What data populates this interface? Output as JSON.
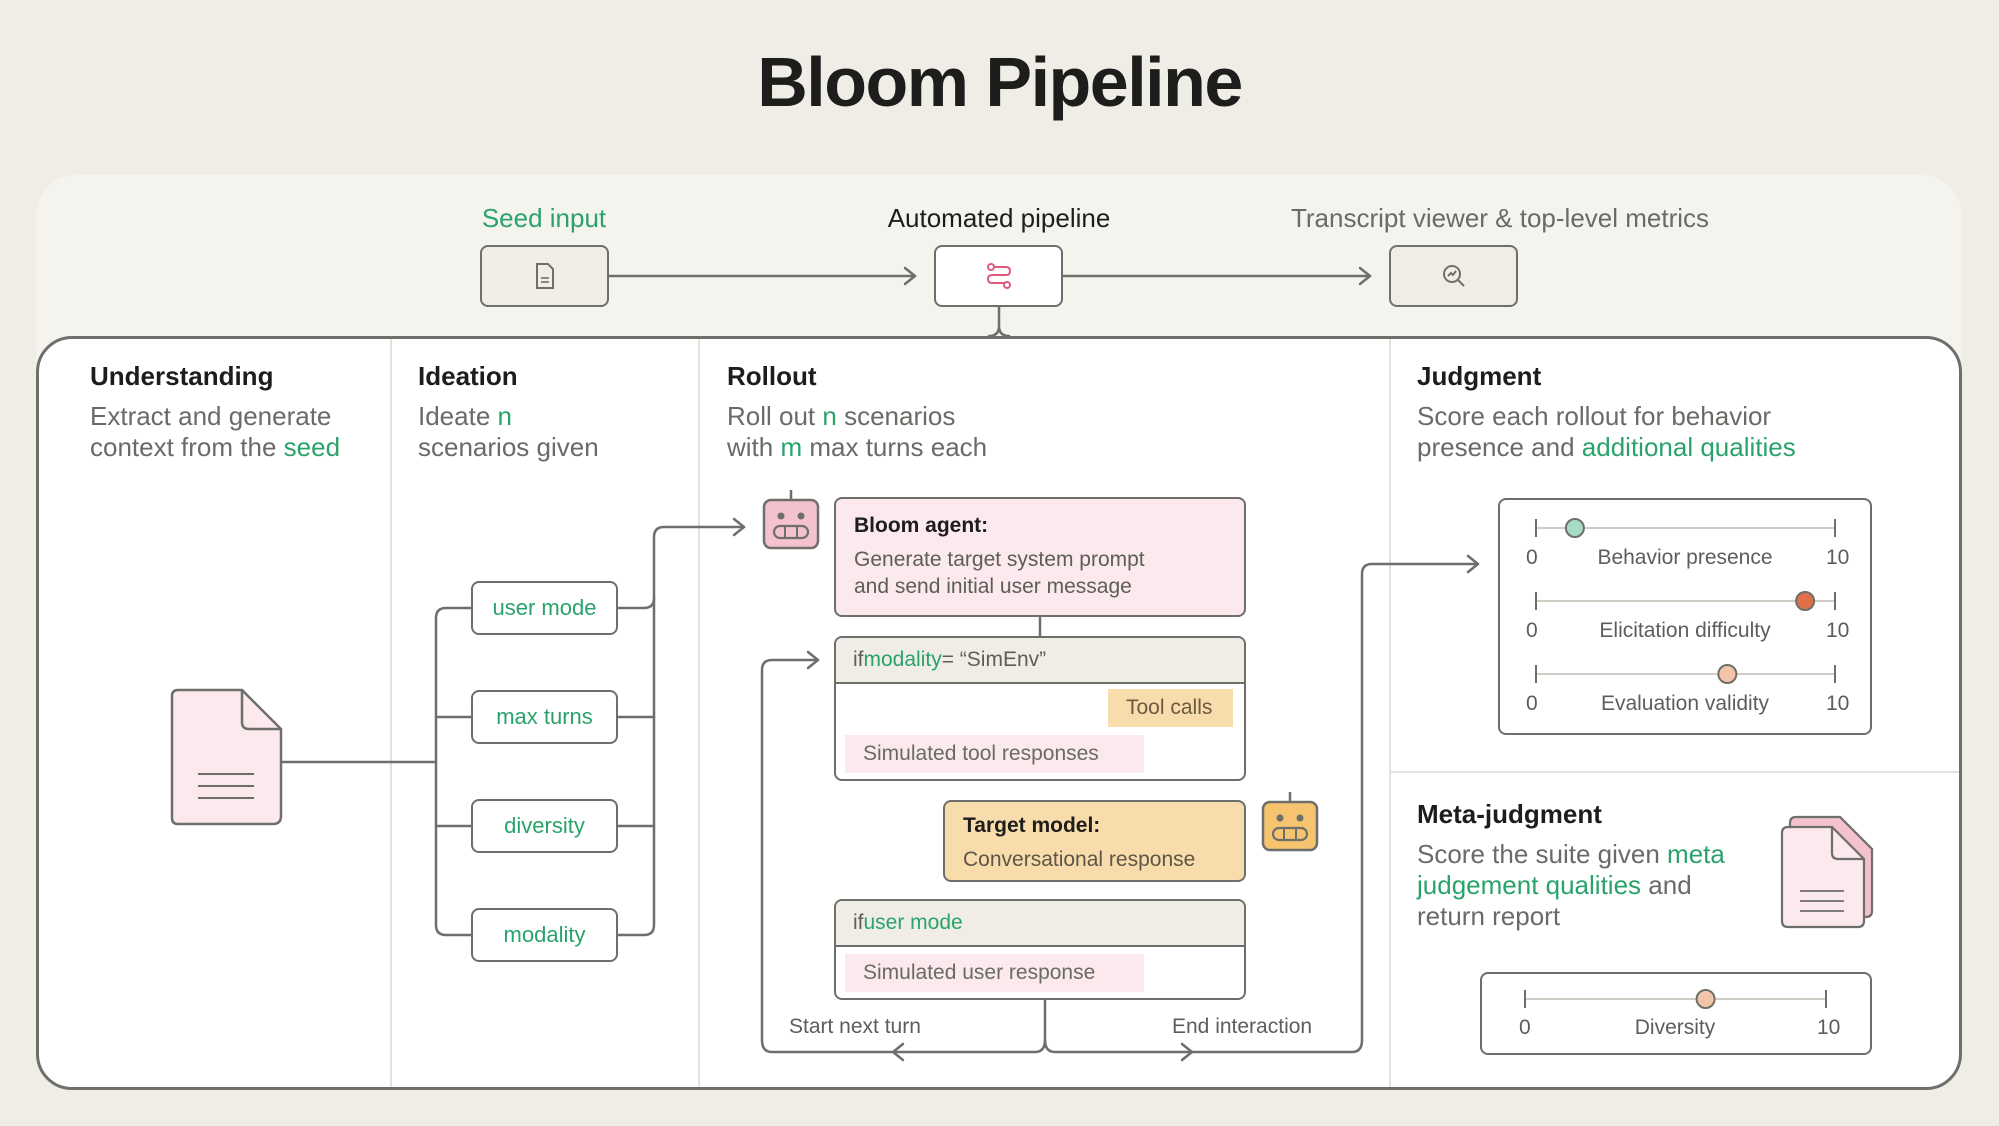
{
  "title": "Bloom Pipeline",
  "stages": {
    "seed": "Seed input",
    "pipeline": "Automated pipeline",
    "viewer": "Transcript viewer & top-level metrics"
  },
  "icons": {
    "seed": "document-icon",
    "pipeline": "workflow-icon",
    "viewer": "magnify-chart-icon",
    "bloom_agent": "robot-icon",
    "target_model": "robot-icon"
  },
  "colors": {
    "accent_green": "#2aa36b",
    "pink": "#fbe9ee",
    "orange": "#f8dcac",
    "red_dot": "#e0704a",
    "teal_dot": "#a6dcc4",
    "peach_dot": "#f3c5a8"
  },
  "understanding": {
    "title": "Understanding",
    "desc1": "Extract and generate",
    "desc2_pre": "context from the ",
    "desc2_hl": "seed"
  },
  "ideation": {
    "title": "Ideation",
    "desc1_pre": "Ideate ",
    "desc1_hl": "n",
    "desc2": "scenarios given",
    "items": [
      "user mode",
      "max turns",
      "diversity",
      "modality"
    ]
  },
  "rollout": {
    "title": "Rollout",
    "desc1_pre": "Roll out ",
    "desc1_hl": "n",
    "desc1_post": " scenarios",
    "desc2_pre": "with ",
    "desc2_hl": "m",
    "desc2_post": " max turns each",
    "agent_head": "Bloom agent:",
    "agent_body1": "Generate target system prompt",
    "agent_body2": "and send initial user message",
    "simenv_pre": "if ",
    "simenv_hl": "modality",
    "simenv_post": " = “SimEnv”",
    "tool_calls": "Tool calls",
    "sim_tool": "Simulated tool responses",
    "target_head": "Target model:",
    "target_body": "Conversational response",
    "usermode_pre": "if ",
    "usermode_hl": "user mode",
    "sim_user": "Simulated user response",
    "next_turn": "Start next turn",
    "end": "End interaction"
  },
  "judgment": {
    "title": "Judgment",
    "desc1": "Score each rollout for behavior",
    "desc2_pre": "presence and ",
    "desc2_hl": "additional qualities",
    "scales": [
      {
        "label": "Behavior presence",
        "min": "0",
        "max": "10",
        "value": 1.3
      },
      {
        "label": "Elicitation difficulty",
        "min": "0",
        "max": "10",
        "value": 9.0
      },
      {
        "label": "Evaluation validity",
        "min": "0",
        "max": "10",
        "value": 6.4
      }
    ]
  },
  "meta": {
    "title": "Meta-judgment",
    "desc1_pre": "Score the suite given ",
    "desc1_hl": "meta",
    "desc2_hl": "judgement qualities",
    "desc2_post": " and",
    "desc3": "return report",
    "scale": {
      "label": "Diversity",
      "min": "0",
      "max": "10",
      "value": 6.0
    }
  }
}
